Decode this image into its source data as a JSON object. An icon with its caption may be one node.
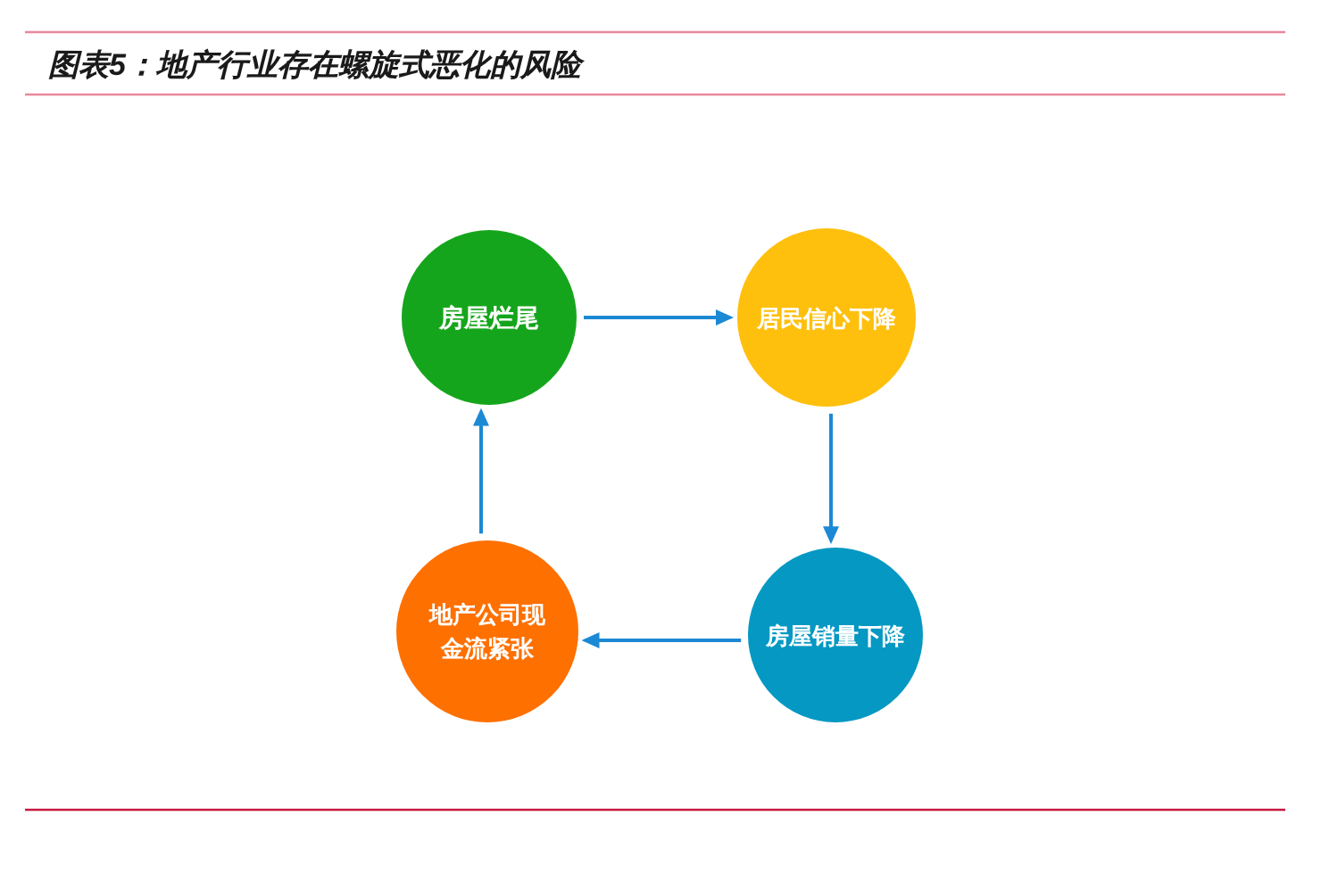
{
  "diagram": {
    "title": "图表5：地产行业存在螺旋式恶化的风险",
    "nodes": [
      {
        "text": [
          "房屋烂尾"
        ]
      },
      {
        "text": [
          "居民信心下降"
        ]
      },
      {
        "text": [
          "地产公司现金流紧张"
        ]
      },
      {
        "text": [
          "房屋销量下降"
        ]
      }
    ],
    "edges": [
      {
        "from": 0,
        "to": 1,
        "arrow": "to"
      },
      {
        "from": 1,
        "to": 3,
        "arrow": "to"
      },
      {
        "from": 3,
        "to": 2,
        "arrow": "to"
      },
      {
        "from": 2,
        "to": 0,
        "arrow": "to"
      }
    ]
  }
}
